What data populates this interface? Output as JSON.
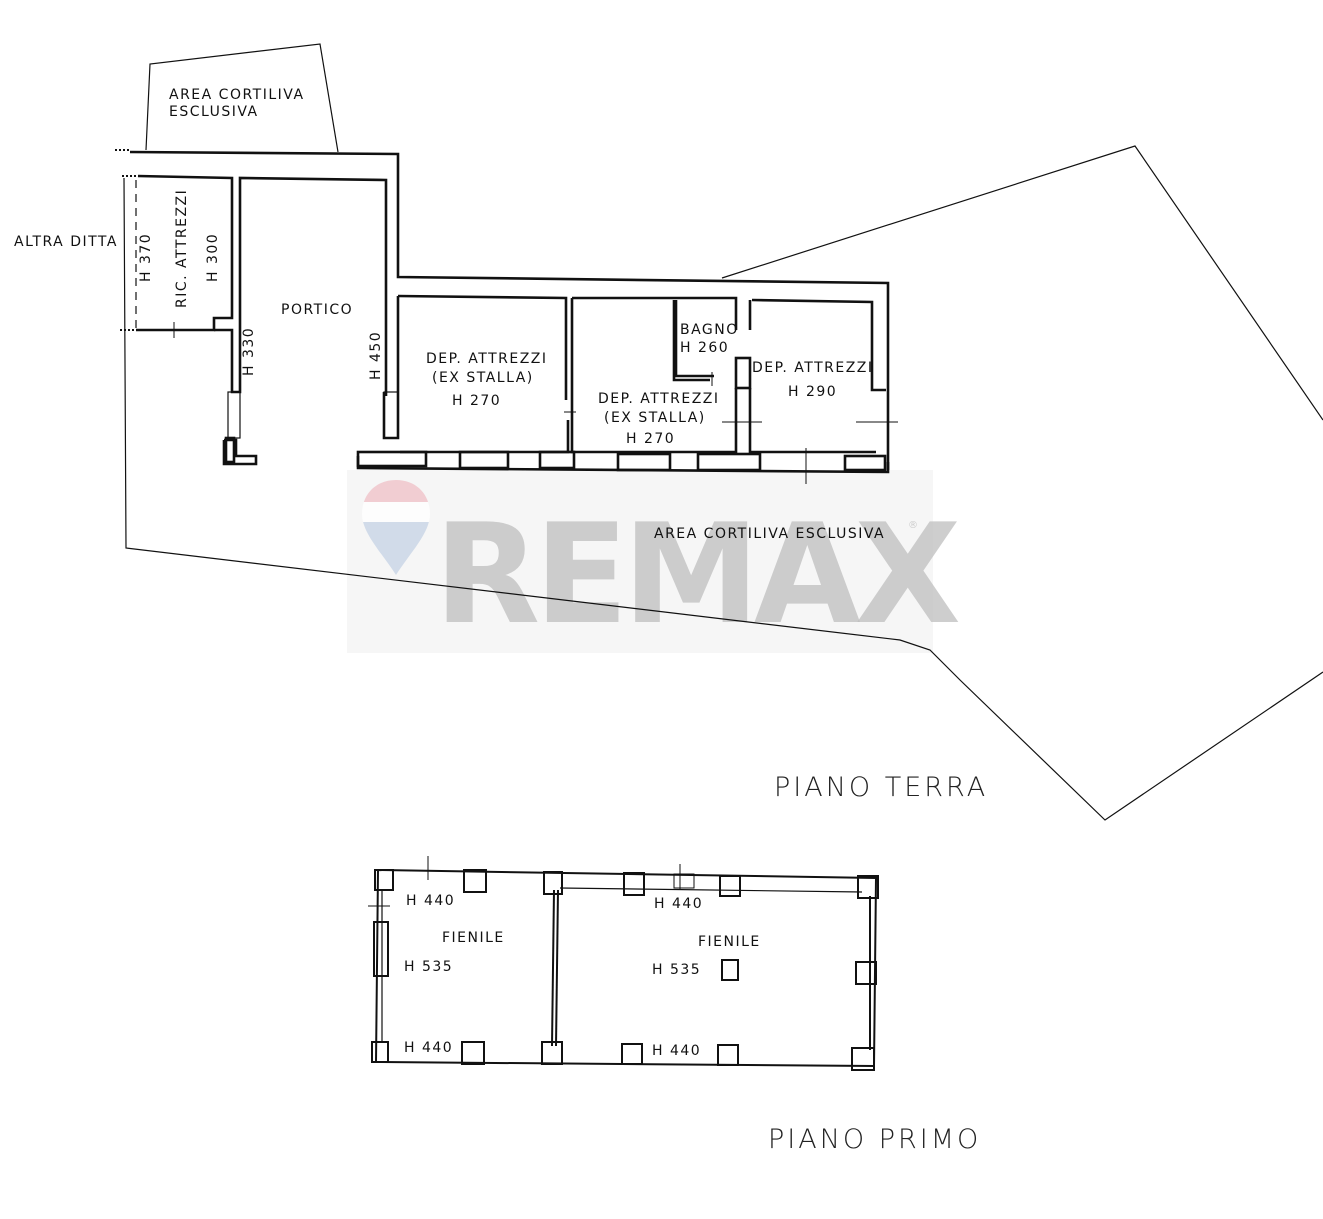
{
  "drawing": {
    "type": "floor plan",
    "watermark": {
      "brand": "REMAX",
      "registered_mark": "®",
      "balloon_colors": [
        "#f3c7cd",
        "#ffffff",
        "#c9d6e8"
      ]
    }
  },
  "ground_floor": {
    "title": "PIANO TERRA",
    "labels": {
      "area_top_line1": "AREA CORTILIVA",
      "area_top_line2": "ESCLUSIVA",
      "altra_ditta": "ALTRA DITTA",
      "h370": "H 370",
      "ric_attrezzi": "RIC. ATTREZZI",
      "h300": "H 300",
      "h330": "H 330",
      "portico": "PORTICO",
      "h450": "H 450",
      "area_bottom": "AREA CORTILIVA ESCLUSIVA"
    },
    "rooms": [
      {
        "name_line1": "DEP. ATTREZZI",
        "name_line2": "(EX STALLA)",
        "height": "H 270"
      },
      {
        "name_line1": "DEP. ATTREZZI",
        "name_line2": "(EX STALLA)",
        "height": "H 270"
      },
      {
        "name_line1": "BAGNO",
        "height": "H 260"
      },
      {
        "name_line1": "DEP. ATTREZZI",
        "height": "H 290"
      }
    ]
  },
  "first_floor": {
    "title": "PIANO PRIMO",
    "rooms": [
      {
        "name": "FIENILE",
        "h_top": "H 440",
        "h_mid": "H 535",
        "h_bottom": "H 440"
      },
      {
        "name": "FIENILE",
        "h_top": "H 440",
        "h_mid": "H 535",
        "h_bottom": "H 440"
      }
    ]
  }
}
